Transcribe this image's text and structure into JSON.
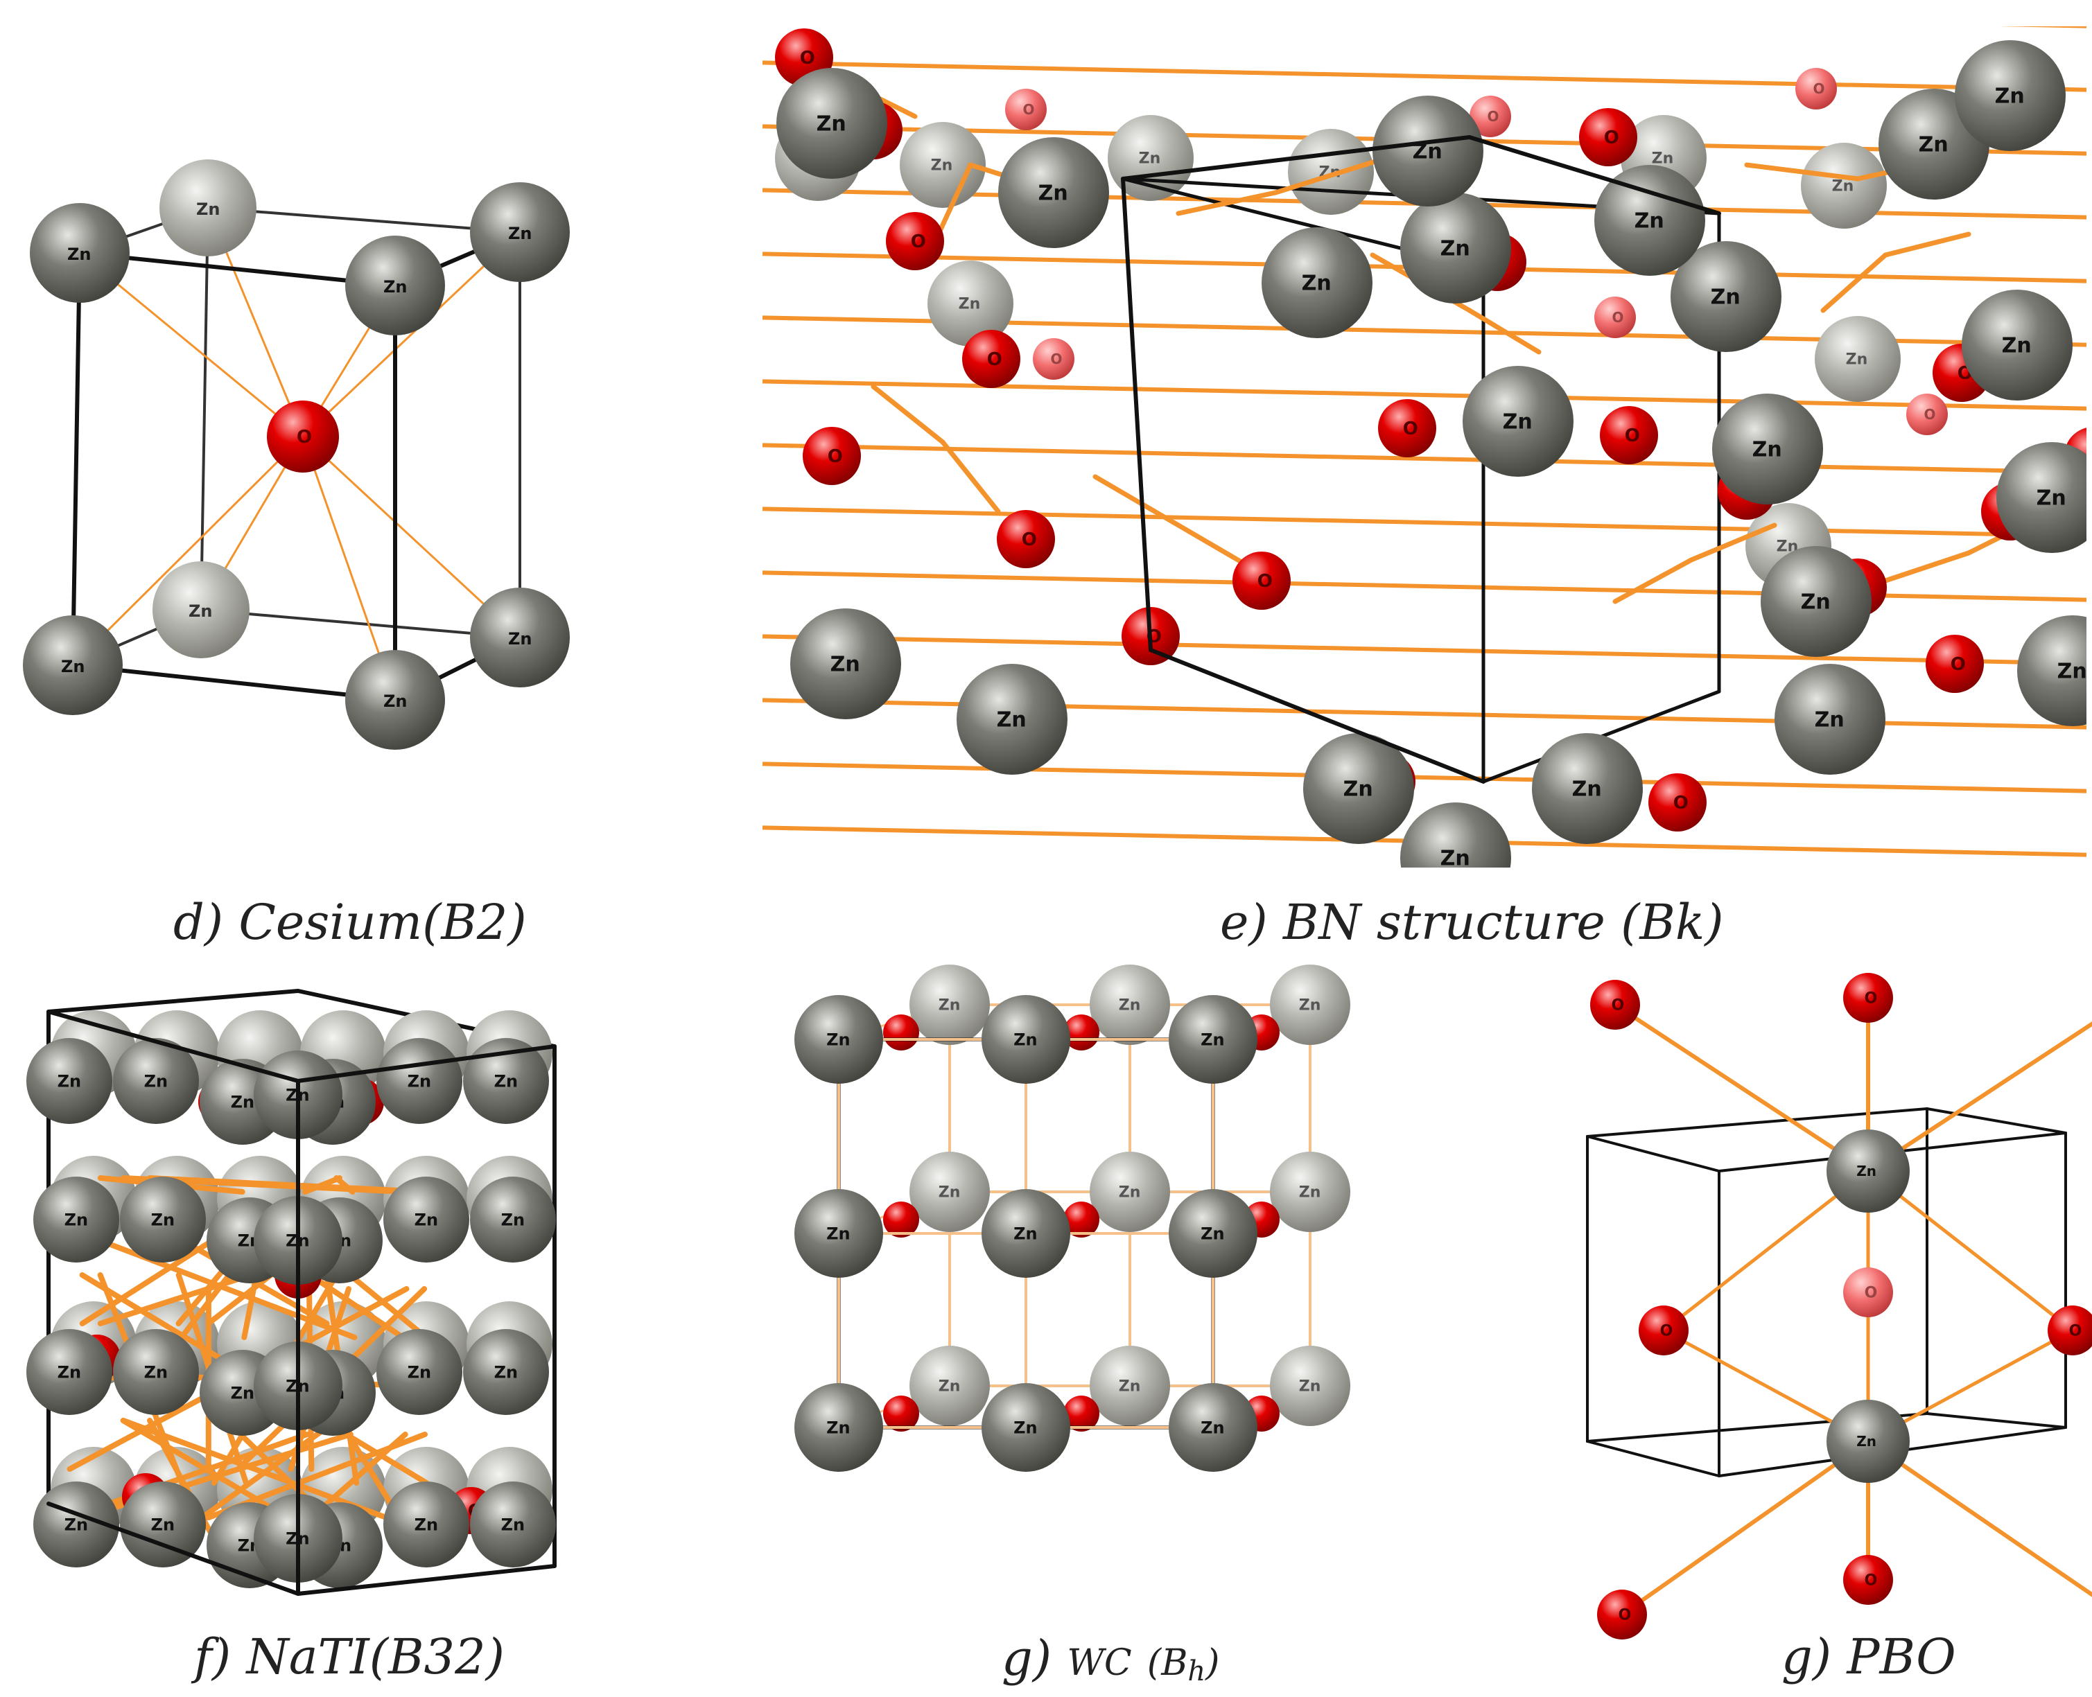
{
  "atoms": {
    "zn": "Zn",
    "o": "O"
  },
  "colors": {
    "zn_light": "#e2e2de",
    "zn_mid": "#7c7c76",
    "zn_dark": "#4a4a45",
    "o_light": "#ff8a8a",
    "o_mid": "#e00000",
    "o_dark": "#8c0000",
    "bond": "#f4922b",
    "cell": "#111111",
    "background": "#ffffff"
  },
  "panels": {
    "d": {
      "caption": "d) Cesium(B2)"
    },
    "e": {
      "caption": "e) BN structure (Bk)"
    },
    "f": {
      "caption": "f) NaTI(B32)"
    },
    "g1": {
      "caption_prefix": "g)",
      "caption_main": "WC",
      "caption_paren_open": "(",
      "caption_B": "B",
      "caption_sub": "h",
      "caption_paren_close": ")"
    },
    "g2": {
      "caption": "g) PBO"
    }
  }
}
